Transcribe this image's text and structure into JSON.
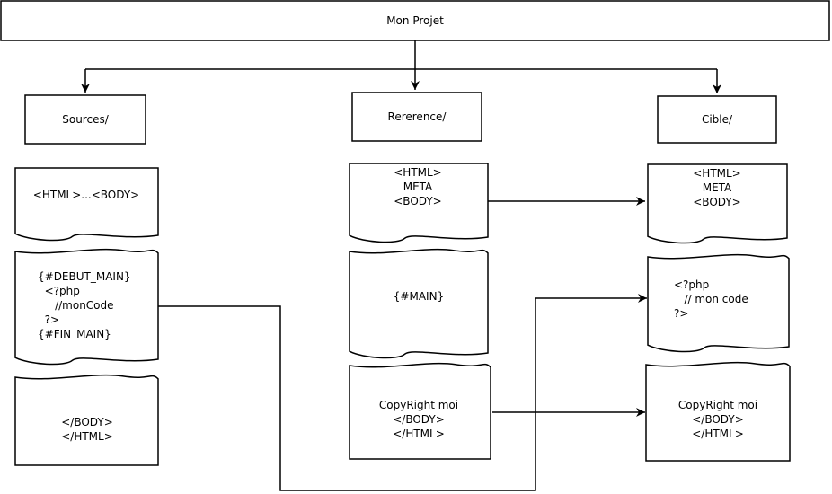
{
  "title": "Mon Projet",
  "folders": {
    "sources": "Sources/",
    "reference": "Rererence/",
    "cible": "Cible/"
  },
  "sources": {
    "header": [
      "<HTML>...<BODY>"
    ],
    "main": [
      "{#DEBUT_MAIN}",
      "  <?php",
      "     //monCode",
      "  ?>",
      "{#FIN_MAIN}"
    ],
    "footer": [
      "</BODY>",
      "</HTML>"
    ]
  },
  "reference": {
    "header": [
      "<HTML>",
      "META",
      "<BODY>"
    ],
    "main": [
      "{#MAIN}"
    ],
    "footer": [
      "CopyRight moi",
      "</BODY>",
      "</HTML>"
    ]
  },
  "cible": {
    "header": [
      "<HTML>",
      "META",
      "<BODY>"
    ],
    "main": [
      "<?php",
      "   // mon code",
      "?>"
    ],
    "footer": [
      "CopyRight moi",
      "</BODY>",
      "</HTML>"
    ]
  }
}
